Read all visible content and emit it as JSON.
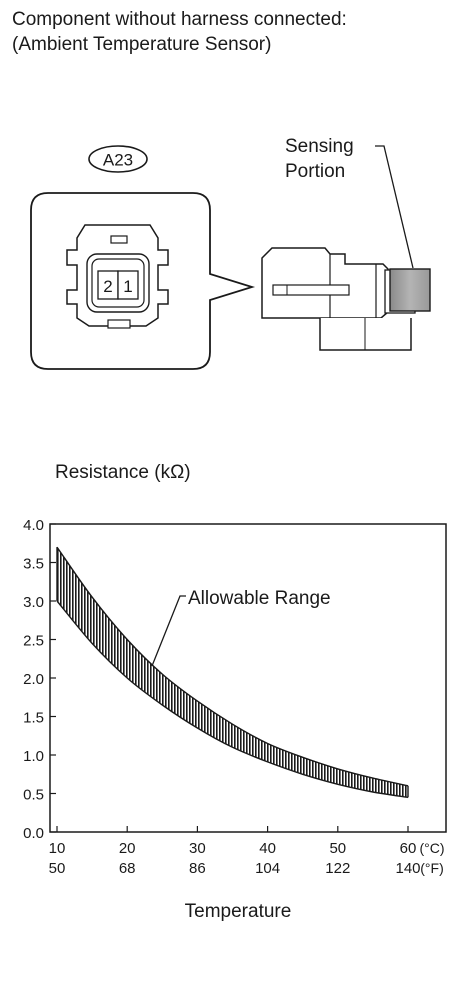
{
  "header": {
    "line1": "Component without harness connected:",
    "line2": "(Ambient Temperature Sensor)"
  },
  "connector": {
    "code": "A23",
    "pin_left": "2",
    "pin_right": "1",
    "sensing_label_1": "Sensing",
    "sensing_label_2": "Portion"
  },
  "chart_data": {
    "type": "area",
    "ylabel": "Resistance (kΩ)",
    "xlabel": "Temperature",
    "x_unit_c": "(°C)",
    "x_unit_f": "(°F)",
    "xlim": [
      10,
      60
    ],
    "ylim": [
      0,
      4.0
    ],
    "y_ticks": [
      "4.0",
      "3.5",
      "3.0",
      "2.5",
      "2.0",
      "1.5",
      "1.0",
      "0.5",
      "0.0"
    ],
    "y_tick_values": [
      4.0,
      3.5,
      3.0,
      2.5,
      2.0,
      1.5,
      1.0,
      0.5,
      0.0
    ],
    "x_ticks_c": [
      "10",
      "20",
      "30",
      "40",
      "50",
      "60"
    ],
    "x_ticks_f": [
      "50",
      "68",
      "86",
      "104",
      "122",
      "140"
    ],
    "x_tick_values": [
      10,
      20,
      30,
      40,
      50,
      60
    ],
    "annotation": "Allowable Range",
    "series": [
      {
        "x": [
          10,
          15,
          20,
          25,
          30,
          35,
          40,
          45,
          50,
          55,
          60
        ],
        "values": [
          3.7,
          3.05,
          2.5,
          2.05,
          1.7,
          1.4,
          1.15,
          0.97,
          0.82,
          0.7,
          0.6
        ]
      },
      {
        "x": [
          10,
          15,
          20,
          25,
          30,
          35,
          40,
          45,
          50,
          55,
          60
        ],
        "values": [
          3.0,
          2.45,
          2.0,
          1.65,
          1.35,
          1.1,
          0.91,
          0.75,
          0.62,
          0.52,
          0.45
        ]
      }
    ]
  }
}
